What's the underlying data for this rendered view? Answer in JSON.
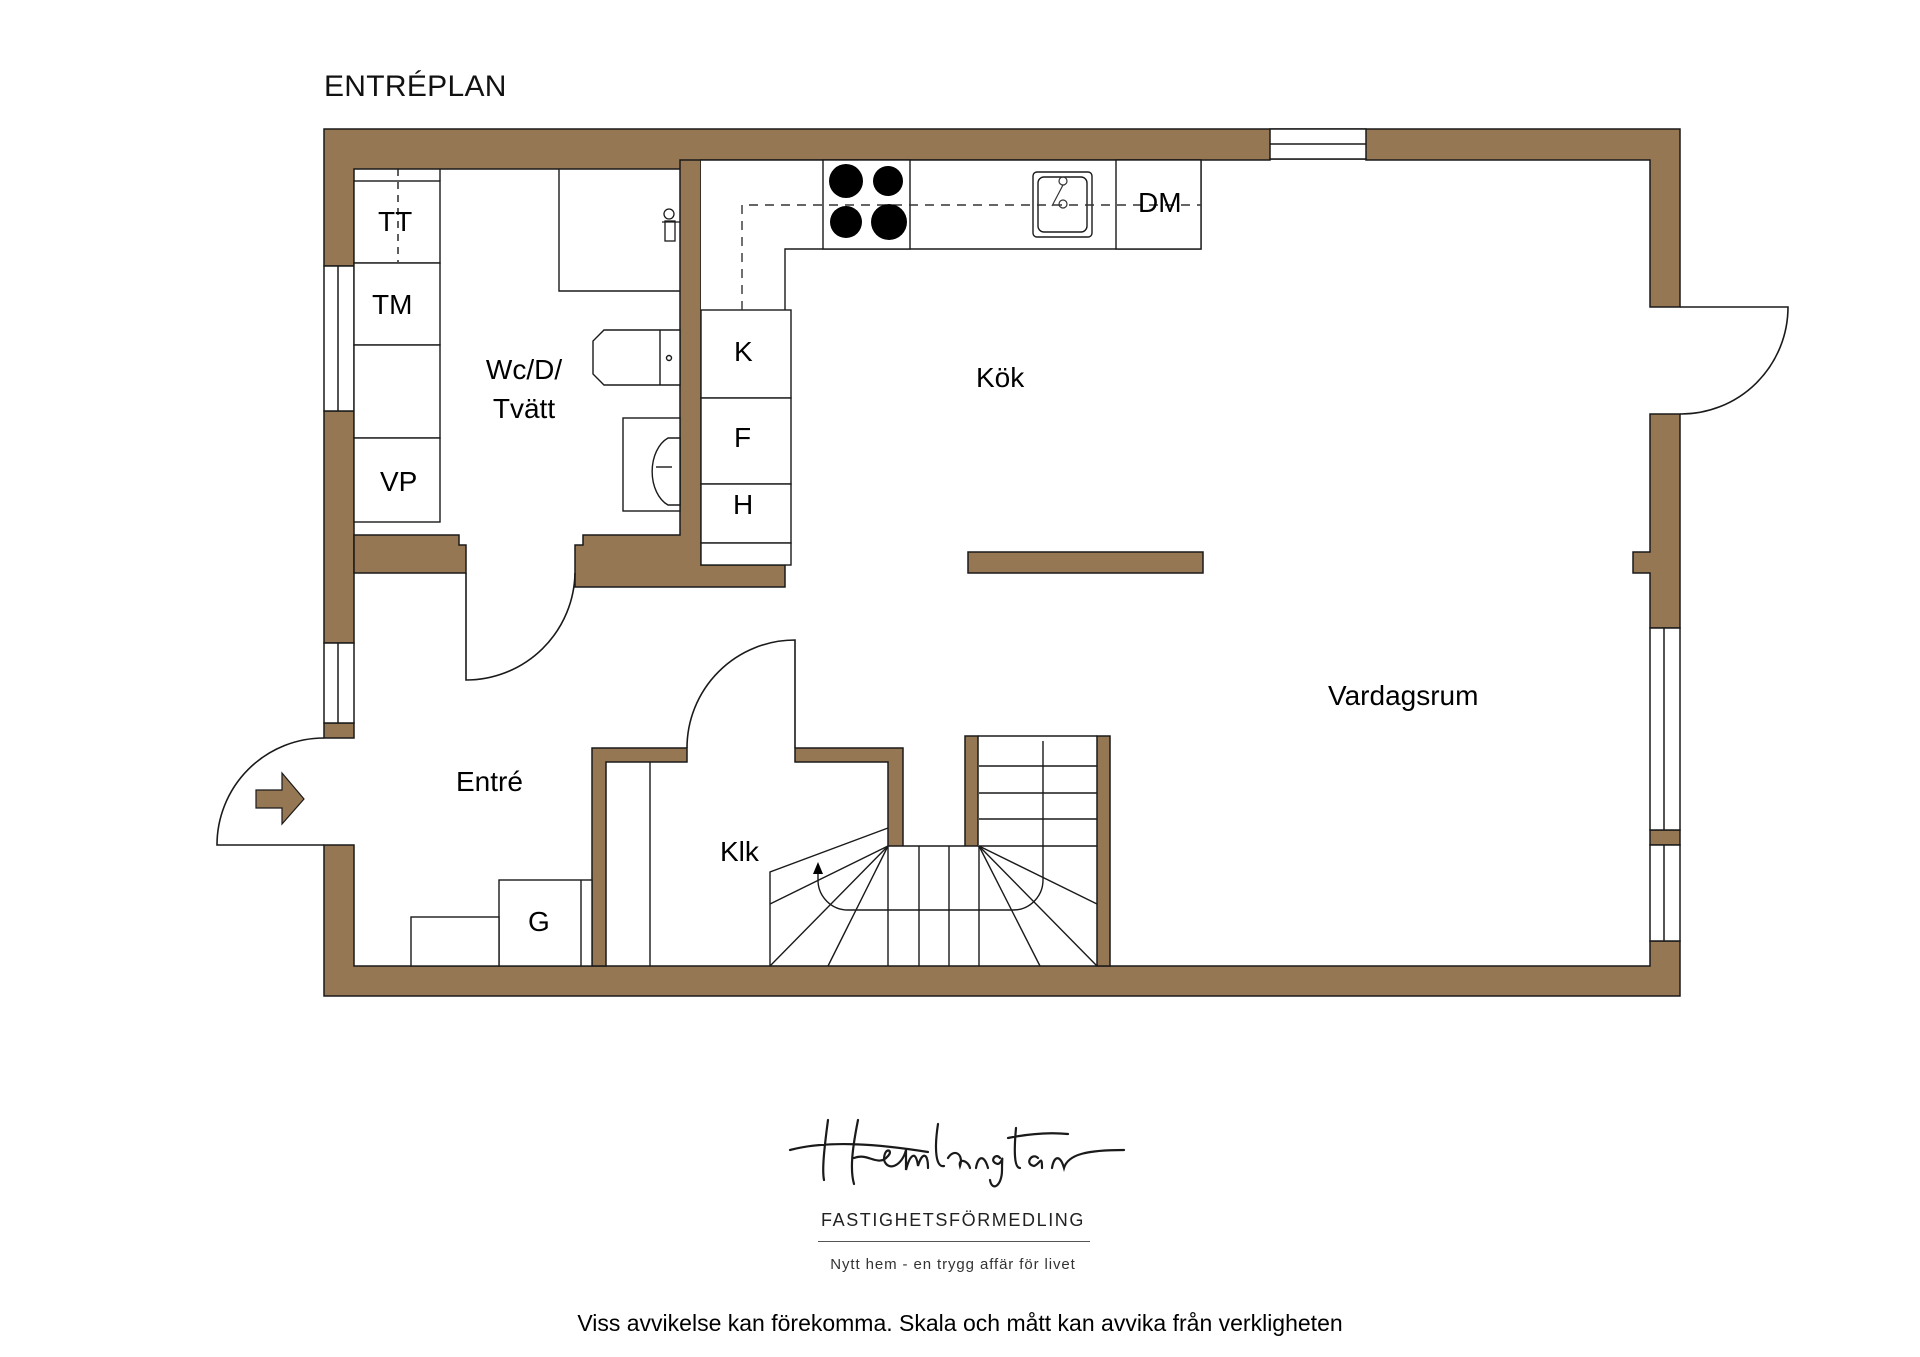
{
  "plan": {
    "title": "ENTRÉPLAN",
    "wall_color": "#967754",
    "line_color": "#1a1a1a",
    "rooms": [
      {
        "id": "wc",
        "label_line1": "Wc/D/",
        "label_line2": "Tvätt"
      },
      {
        "id": "kok",
        "label": "Kök"
      },
      {
        "id": "vardagsrum",
        "label": "Vardagsrum"
      },
      {
        "id": "entre",
        "label": "Entré"
      },
      {
        "id": "klk",
        "label": "Klk"
      }
    ],
    "fixtures": {
      "tt": "TT",
      "tm": "TM",
      "vp": "VP",
      "k": "K",
      "f": "F",
      "h": "H",
      "dm": "DM",
      "g": "G"
    }
  },
  "brand": {
    "name": "Hemlängtan",
    "subtitle": "FASTIGHETSFÖRMEDLING",
    "tagline": "Nytt hem - en trygg affär för livet"
  },
  "disclaimer": "Viss avvikelse kan förekomma. Skala och mått kan avvika från verkligheten"
}
